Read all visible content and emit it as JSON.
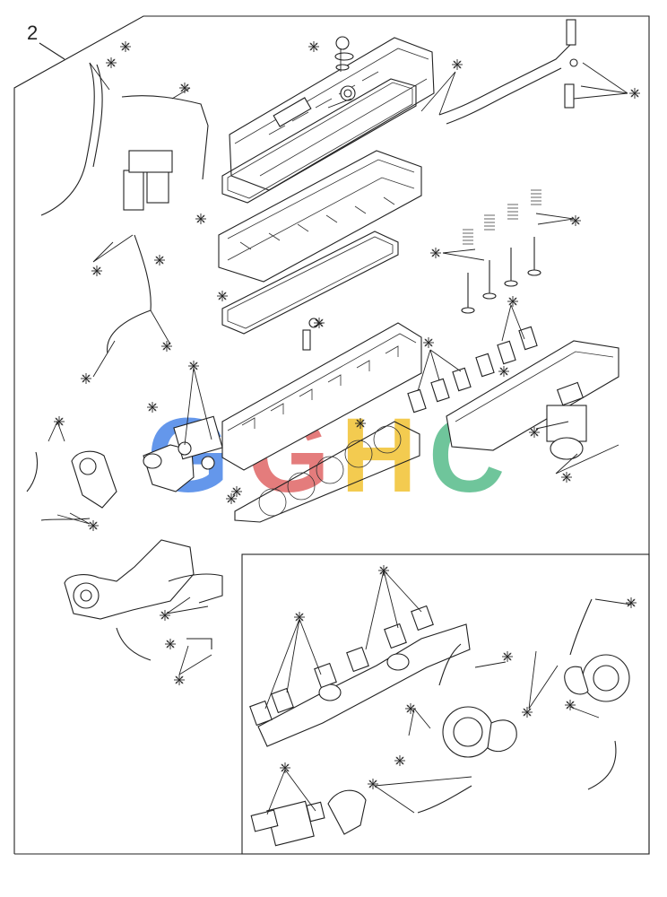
{
  "callout": {
    "number": "2"
  },
  "kit_marker": {
    "symbol": "※",
    "count": 40
  },
  "watermark": {
    "letters": [
      "G",
      "G",
      "H",
      "C"
    ],
    "colors": [
      "#4a86e8",
      "#e06666",
      "#f1c232",
      "#57bb8a"
    ]
  },
  "line_color": "#222222"
}
